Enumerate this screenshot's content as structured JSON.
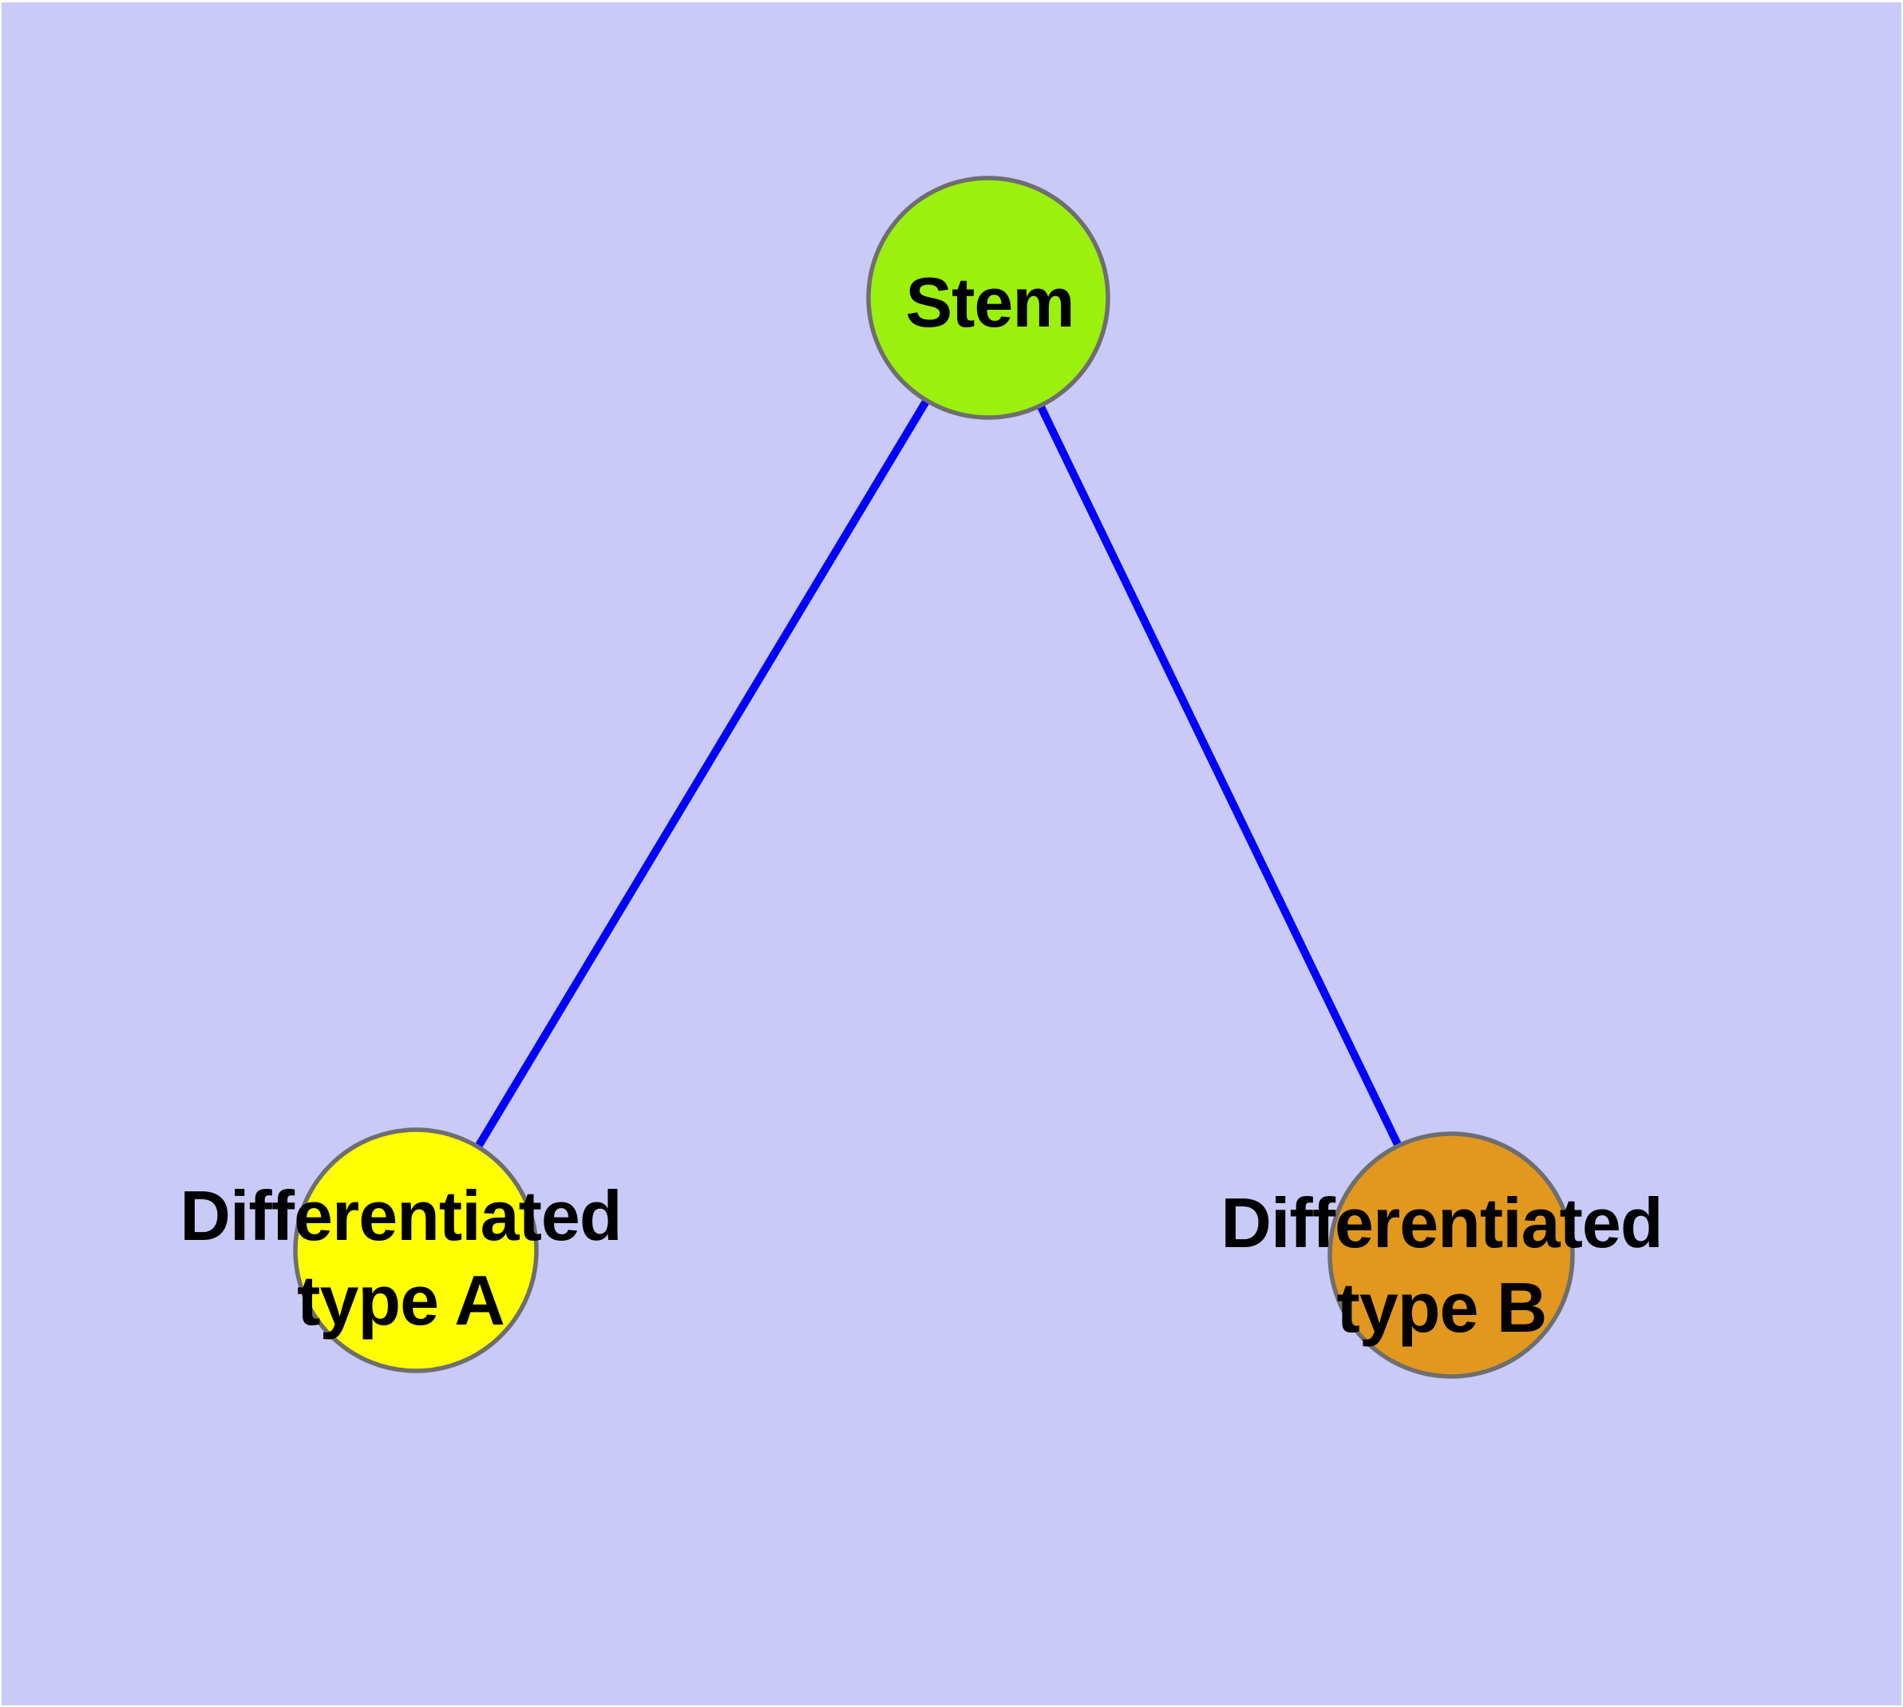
{
  "diagram": {
    "background_color": "#CACAF8",
    "edge_color": "#0000FF",
    "node_border_color": "#6E6E6E",
    "text_color": "#000000",
    "nodes": [
      {
        "id": "stem",
        "label": "Stem",
        "label_lines": [
          "Stem"
        ],
        "fill": "#9BF00D"
      },
      {
        "id": "differentiated-type-a",
        "label": "Differentiated type A",
        "label_lines": [
          "Differentiated",
          "type A"
        ],
        "fill": "#FFFF00"
      },
      {
        "id": "differentiated-type-b",
        "label": "Differentiated type B",
        "label_lines": [
          "Differentiated",
          "type B"
        ],
        "fill": "#E2971F"
      }
    ],
    "edges": [
      {
        "from": "stem",
        "to": "differentiated-type-a"
      },
      {
        "from": "stem",
        "to": "differentiated-type-b"
      }
    ]
  }
}
